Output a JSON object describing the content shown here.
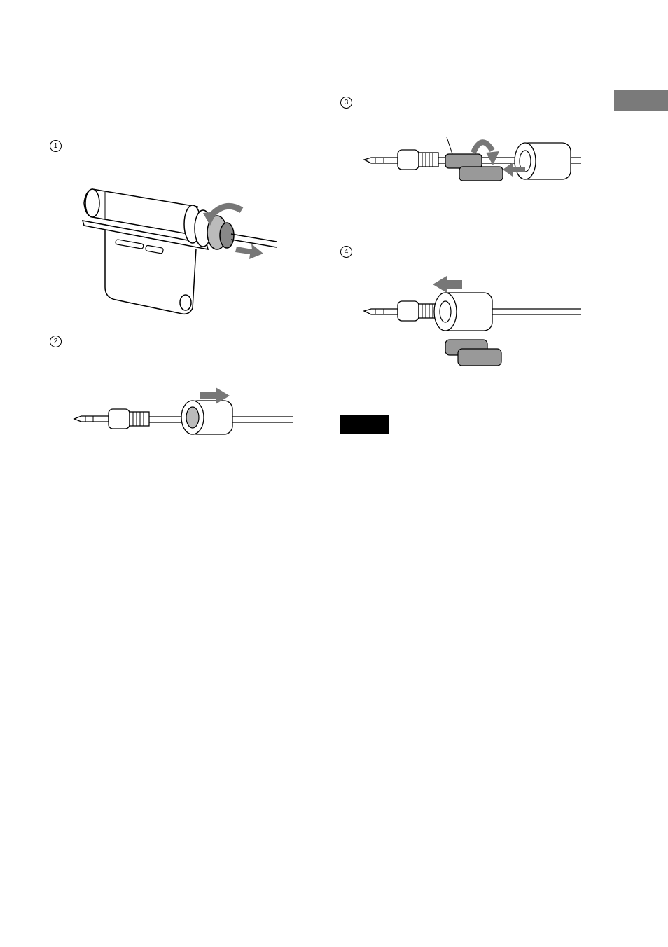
{
  "page": {
    "side_tab_color": "#7a7a7a",
    "arrow_color": "#777777"
  },
  "steps": [
    {
      "number": "1"
    },
    {
      "number": "2"
    },
    {
      "number": "3"
    },
    {
      "number": "4"
    }
  ],
  "note": {
    "label": ""
  }
}
